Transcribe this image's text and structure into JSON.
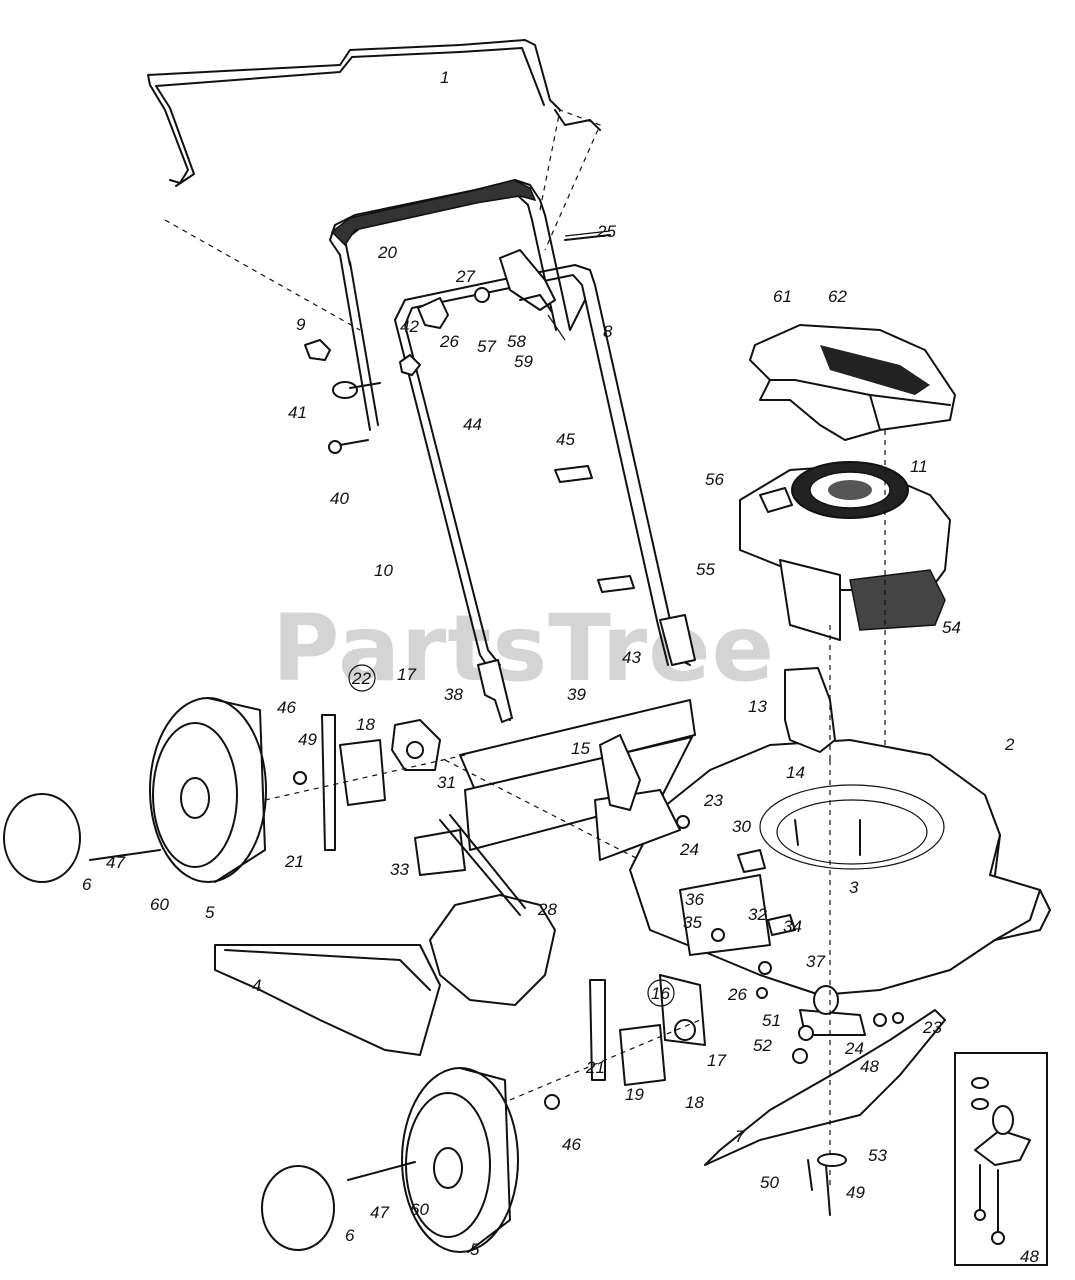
{
  "watermark": "PartsTree",
  "labels": [
    {
      "id": "p1",
      "text": "1"
    },
    {
      "id": "p20",
      "text": "20"
    },
    {
      "id": "p25",
      "text": "25"
    },
    {
      "id": "p27",
      "text": "27"
    },
    {
      "id": "p9",
      "text": "9"
    },
    {
      "id": "p42",
      "text": "42"
    },
    {
      "id": "p26a",
      "text": "26"
    },
    {
      "id": "p57",
      "text": "57"
    },
    {
      "id": "p58",
      "text": "58"
    },
    {
      "id": "p59",
      "text": "59"
    },
    {
      "id": "p8",
      "text": "8"
    },
    {
      "id": "p61",
      "text": "61"
    },
    {
      "id": "p62",
      "text": "62"
    },
    {
      "id": "p41",
      "text": "41"
    },
    {
      "id": "p44",
      "text": "44"
    },
    {
      "id": "p45",
      "text": "45"
    },
    {
      "id": "p40",
      "text": "40"
    },
    {
      "id": "p56",
      "text": "56"
    },
    {
      "id": "p11",
      "text": "11"
    },
    {
      "id": "p10",
      "text": "10"
    },
    {
      "id": "p55",
      "text": "55"
    },
    {
      "id": "p54",
      "text": "54"
    },
    {
      "id": "p43",
      "text": "43"
    },
    {
      "id": "p22",
      "text": "22"
    },
    {
      "id": "p17a",
      "text": "17"
    },
    {
      "id": "p13",
      "text": "13"
    },
    {
      "id": "p38",
      "text": "38"
    },
    {
      "id": "p39",
      "text": "39"
    },
    {
      "id": "p46a",
      "text": "46"
    },
    {
      "id": "p49a",
      "text": "49"
    },
    {
      "id": "p18a",
      "text": "18"
    },
    {
      "id": "p2",
      "text": "2"
    },
    {
      "id": "p15",
      "text": "15"
    },
    {
      "id": "p14",
      "text": "14"
    },
    {
      "id": "p31",
      "text": "31"
    },
    {
      "id": "p23a",
      "text": "23"
    },
    {
      "id": "p24a",
      "text": "24"
    },
    {
      "id": "p30",
      "text": "30"
    },
    {
      "id": "p47a",
      "text": "47"
    },
    {
      "id": "p21a",
      "text": "21"
    },
    {
      "id": "p6a",
      "text": "6"
    },
    {
      "id": "p33",
      "text": "33"
    },
    {
      "id": "p3",
      "text": "3"
    },
    {
      "id": "p60a",
      "text": "60"
    },
    {
      "id": "p5a",
      "text": "5"
    },
    {
      "id": "p32",
      "text": "32"
    },
    {
      "id": "p36",
      "text": "36"
    },
    {
      "id": "p28",
      "text": "28"
    },
    {
      "id": "p35",
      "text": "35"
    },
    {
      "id": "p34",
      "text": "34"
    },
    {
      "id": "p37",
      "text": "37"
    },
    {
      "id": "p16",
      "text": "16"
    },
    {
      "id": "p26b",
      "text": "26"
    },
    {
      "id": "p4",
      "text": "4"
    },
    {
      "id": "p51",
      "text": "51"
    },
    {
      "id": "p23b",
      "text": "23"
    },
    {
      "id": "p17b",
      "text": "17"
    },
    {
      "id": "p24b",
      "text": "24"
    },
    {
      "id": "p52",
      "text": "52"
    },
    {
      "id": "p48a",
      "text": "48"
    },
    {
      "id": "p18b",
      "text": "18"
    },
    {
      "id": "p19",
      "text": "19"
    },
    {
      "id": "p21b",
      "text": "21"
    },
    {
      "id": "p7",
      "text": "7"
    },
    {
      "id": "p46b",
      "text": "46"
    },
    {
      "id": "p53",
      "text": "53"
    },
    {
      "id": "p50",
      "text": "50"
    },
    {
      "id": "p47b",
      "text": "47"
    },
    {
      "id": "p49b",
      "text": "49"
    },
    {
      "id": "p60b",
      "text": "60"
    },
    {
      "id": "p6b",
      "text": "6"
    },
    {
      "id": "p5b",
      "text": "5"
    },
    {
      "id": "p48b",
      "text": "48"
    }
  ]
}
